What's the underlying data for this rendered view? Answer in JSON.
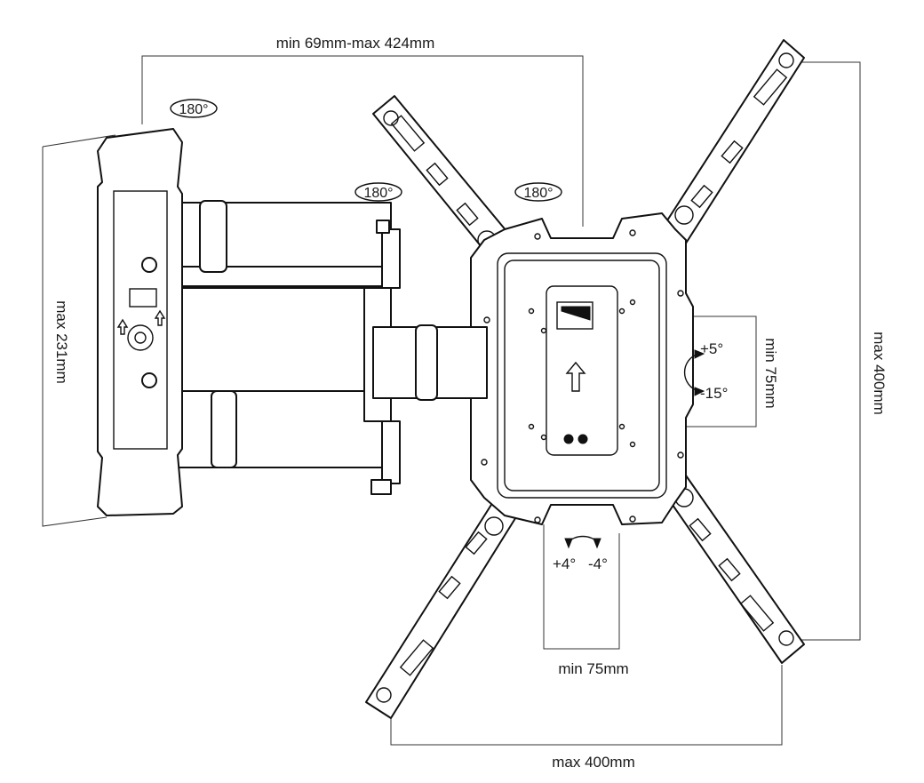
{
  "dimensions": {
    "arm_extension": "min 69mm-max 424mm",
    "wall_plate_height": "max 231mm",
    "vesa_height": "max 400mm",
    "vesa_width": "max 400mm",
    "vesa_min_height": "min 75mm",
    "vesa_min_width": "min 75mm"
  },
  "rotations": {
    "wall_pivot": "180°",
    "arm_pivot": "180°",
    "head_pivot": "180°"
  },
  "tilt": {
    "up": "+5°",
    "down": "-15°"
  },
  "level": {
    "plus": "+4°",
    "minus": "-4°"
  }
}
